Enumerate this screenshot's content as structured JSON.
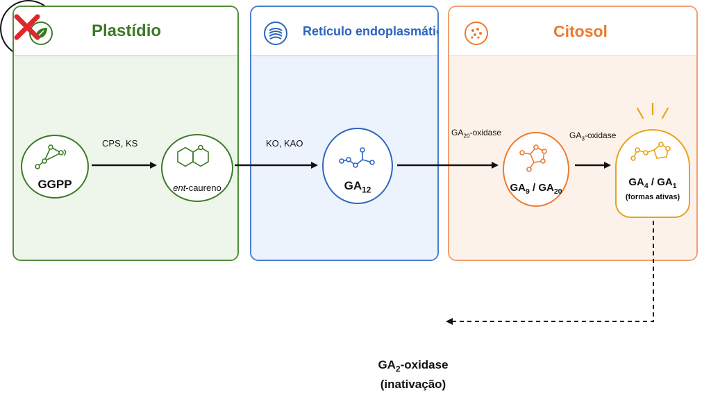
{
  "compartments": {
    "plastid": {
      "title": "Plastídio",
      "icon": "leaf-icon",
      "color": "#3b7a25"
    },
    "er": {
      "title": "Retículo endoplasmático",
      "icon": "endoplasmic-reticulum-icon",
      "color": "#2d64bd"
    },
    "cytosol": {
      "title": "Citosol",
      "icon": "cytosol-particles-icon",
      "color": "#ec7a2e"
    }
  },
  "nodes": {
    "ggpp": {
      "label": "GGPP"
    },
    "ent_kaurene": {
      "prefix": "ent",
      "rest": "-caureno"
    },
    "ga12": {
      "base": "GA",
      "sub": "12"
    },
    "ga9_ga20": {
      "a_base": "GA",
      "a_sub": "9",
      "sep": " / ",
      "b_base": "GA",
      "b_sub": "20"
    },
    "ga4_ga1": {
      "a_base": "GA",
      "a_sub": "4",
      "sep": " / ",
      "b_base": "GA",
      "b_sub": "1",
      "note": "(formas ativas)"
    }
  },
  "edges": {
    "cps_ks": "CPS, KS",
    "ko_kao": "KO, KAO",
    "ga20ox": {
      "base": "GA",
      "sub": "20",
      "rest": "-oxidase"
    },
    "ga3ox": {
      "base": "GA",
      "sub": "3",
      "rest": "-oxidase"
    }
  },
  "inactivation": {
    "enzyme_base": "GA",
    "enzyme_sub": "2",
    "enzyme_rest": "-oxidase",
    "note": "(inativação)",
    "icon": "cross-icon",
    "color": "#e0262b"
  },
  "colors": {
    "plastid": "#3b7a25",
    "er": "#2d64bd",
    "cytosol": "#ec7a2e",
    "active": "#e8a21a",
    "arrow": "#111111"
  }
}
